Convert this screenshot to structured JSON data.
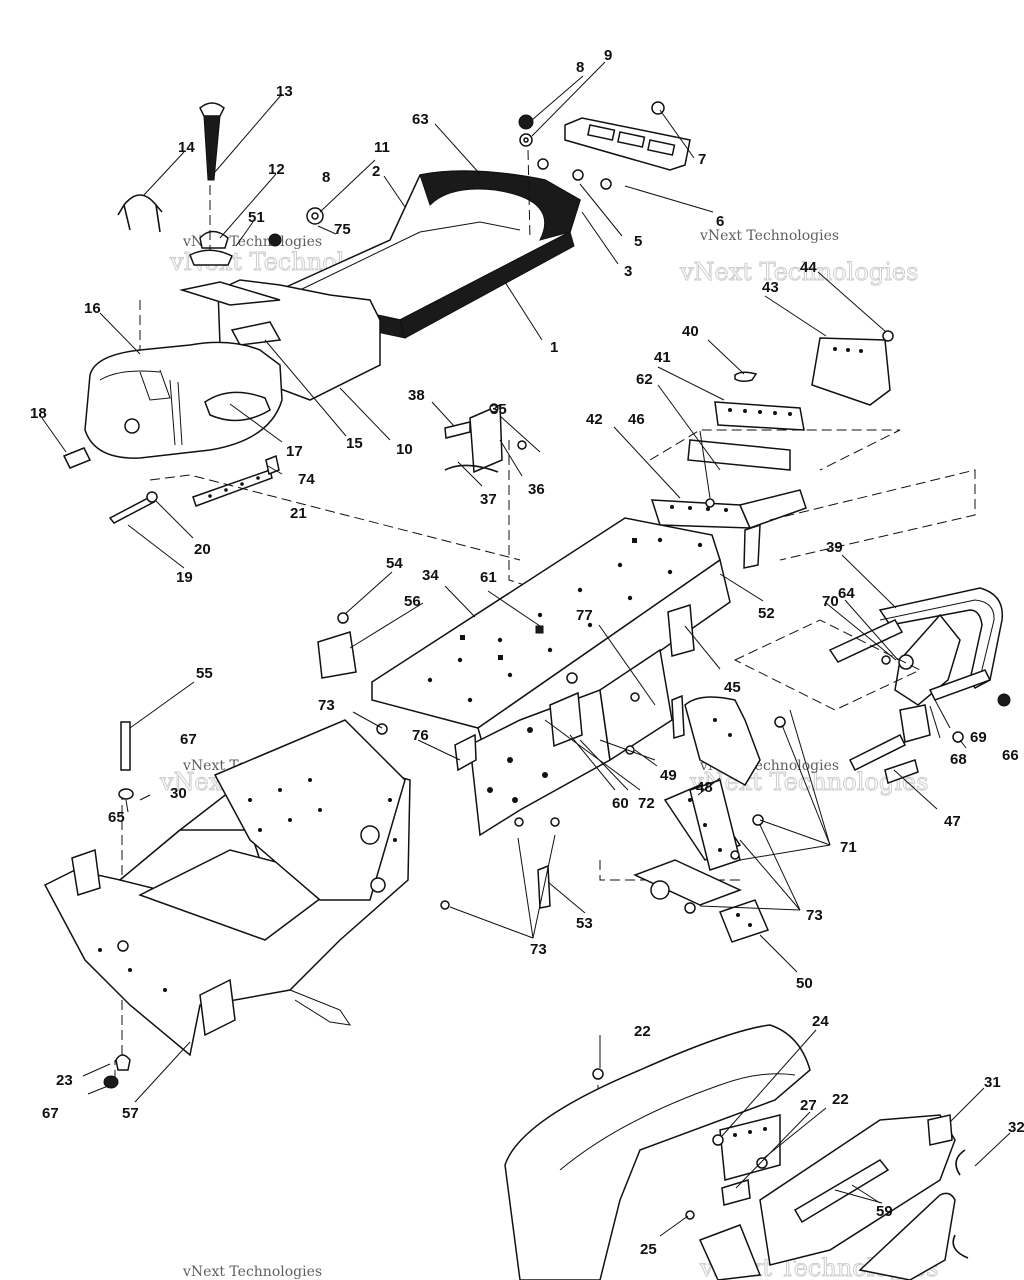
{
  "watermarks": {
    "brand_outline": "vNext Technologies",
    "brand_small": "vNext Technologies"
  },
  "callouts": [
    "1",
    "2",
    "3",
    "5",
    "6",
    "7",
    "8",
    "9",
    "10",
    "11",
    "12",
    "13",
    "14",
    "15",
    "16",
    "17",
    "18",
    "19",
    "20",
    "21",
    "22",
    "23",
    "24",
    "25",
    "27",
    "30",
    "31",
    "32",
    "34",
    "35",
    "36",
    "37",
    "38",
    "39",
    "40",
    "41",
    "42",
    "43",
    "44",
    "45",
    "46",
    "47",
    "48",
    "49",
    "50",
    "51",
    "52",
    "53",
    "54",
    "55",
    "56",
    "57",
    "59",
    "60",
    "61",
    "62",
    "63",
    "64",
    "65",
    "66",
    "67",
    "68",
    "69",
    "70",
    "71",
    "72",
    "73",
    "74",
    "75",
    "76",
    "77"
  ]
}
